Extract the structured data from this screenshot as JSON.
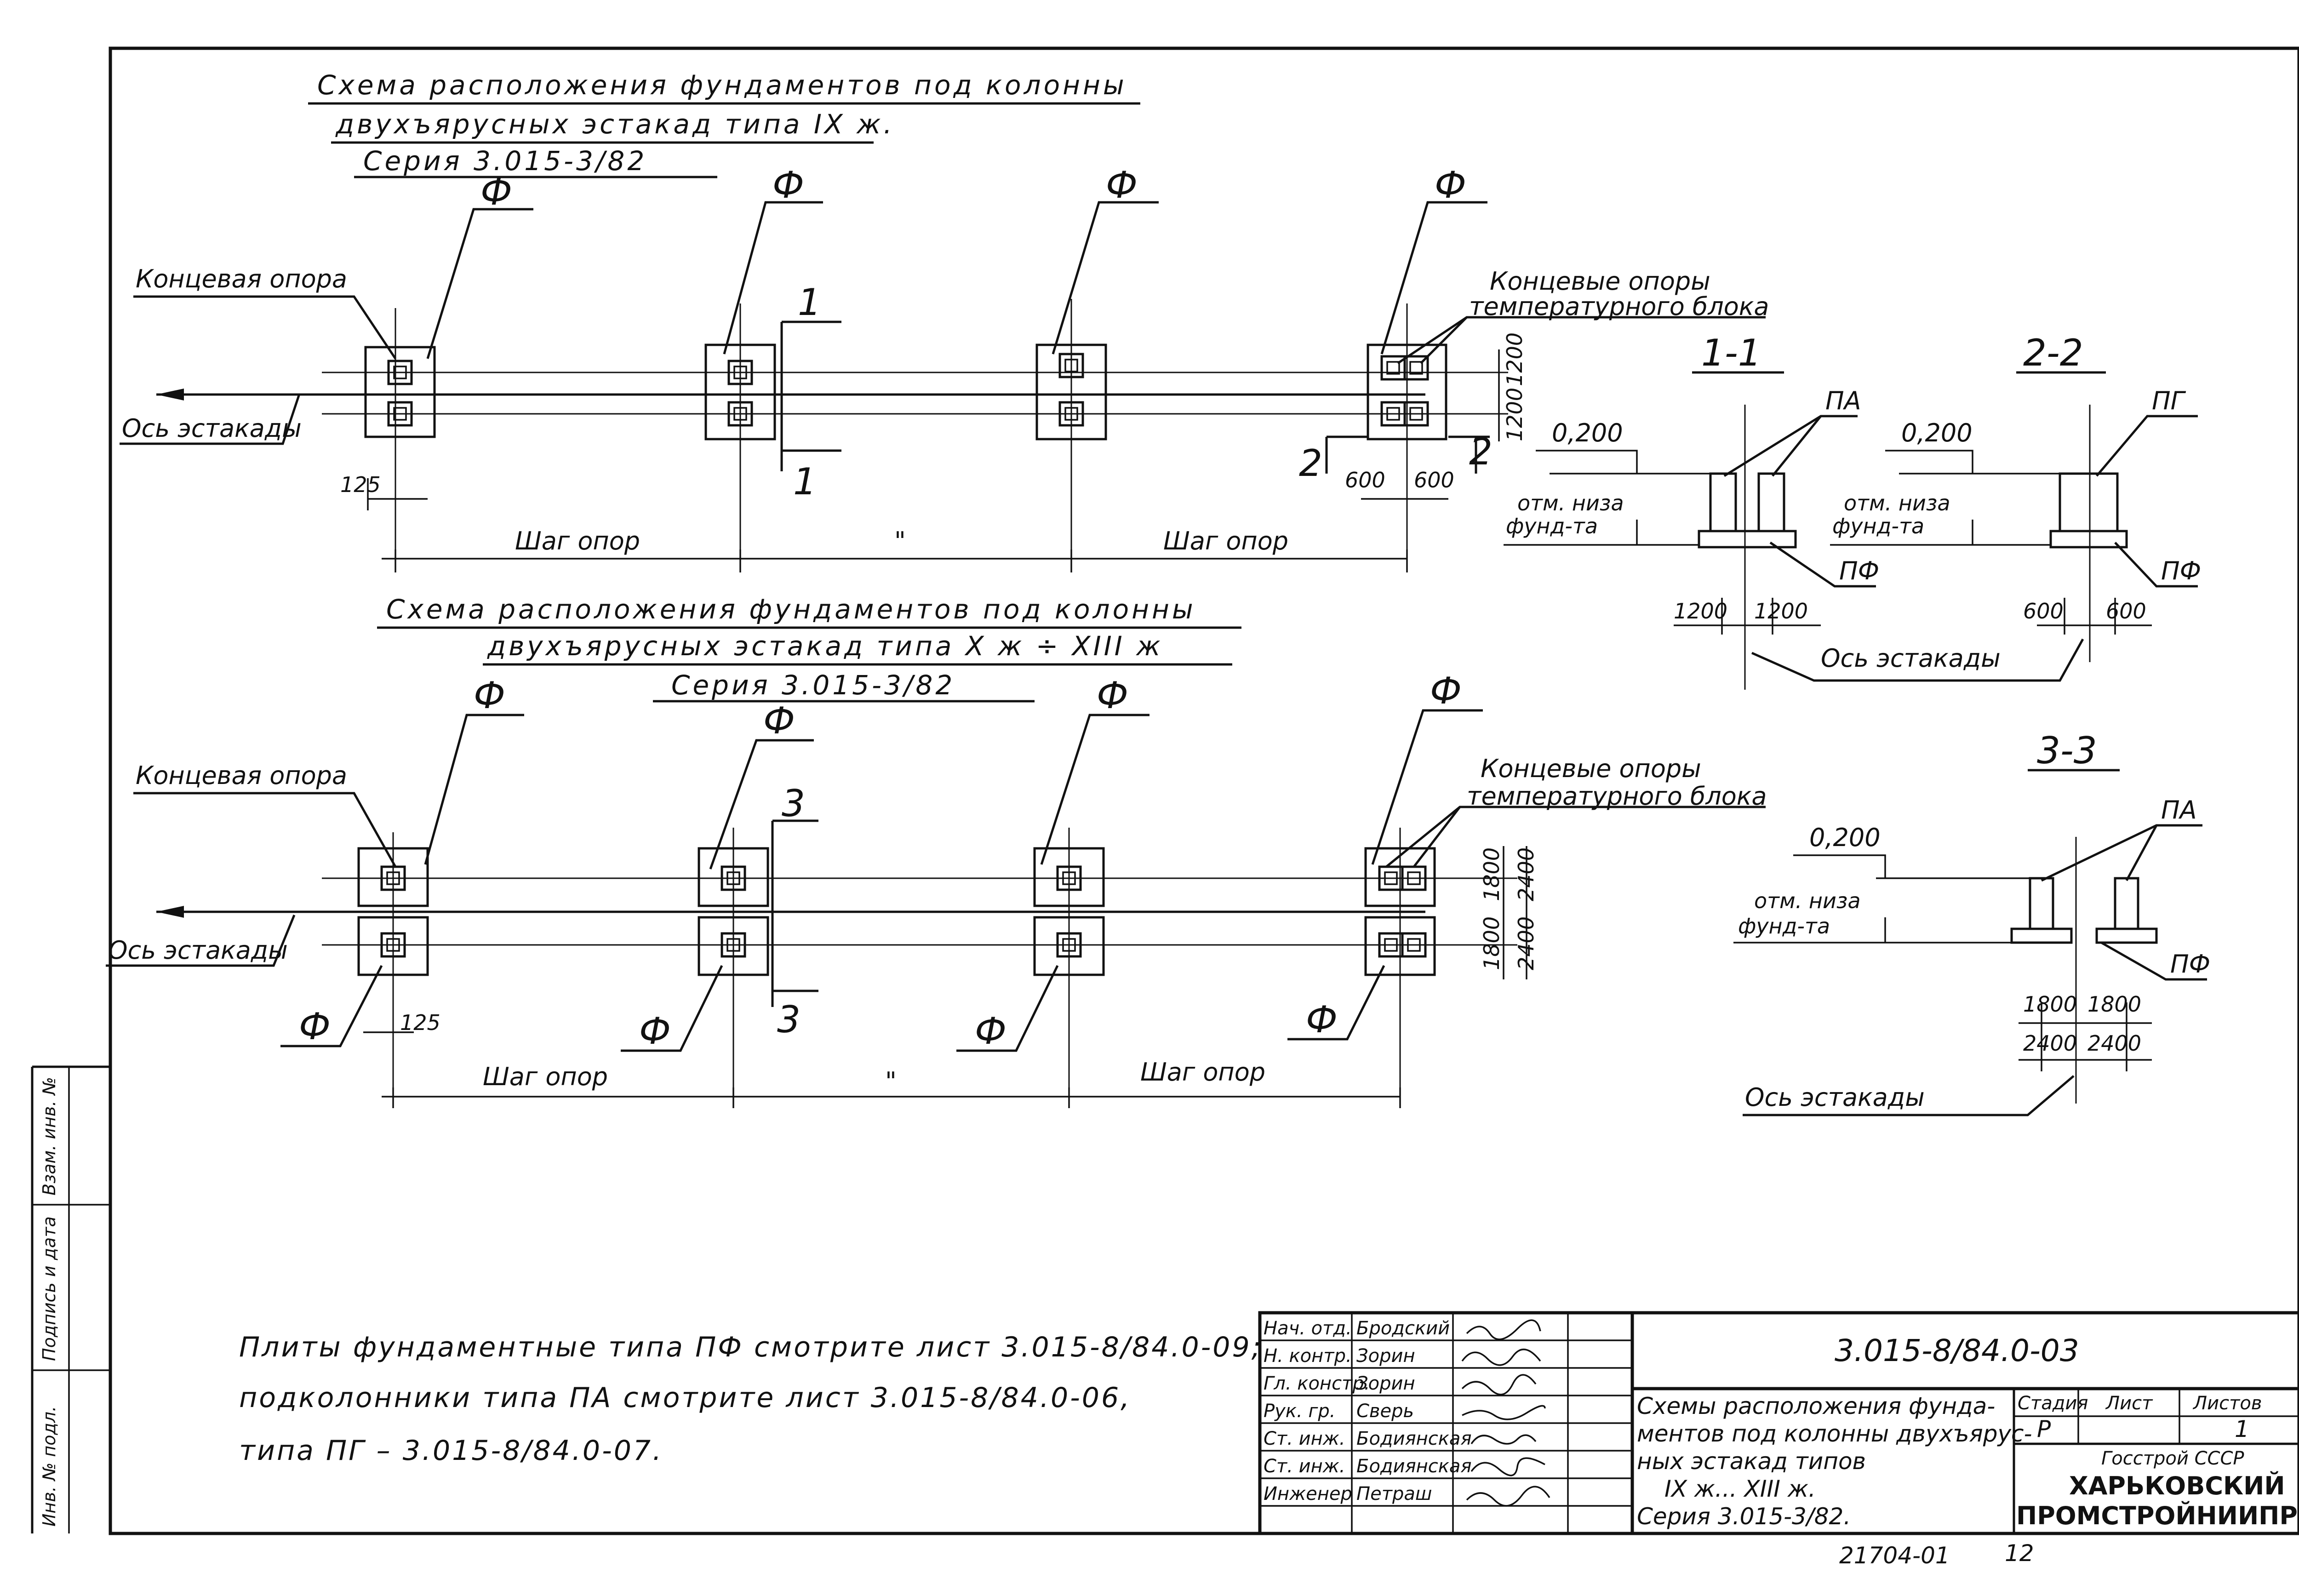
{
  "plan1": {
    "title_line1": "Схема расположения фундаментов под колонны",
    "title_line2": "двухъярусных эстакад типа IX ж.",
    "series": "Серия 3.015-3/82",
    "foundation_mark": "Ф",
    "end_support": "Концевая опора",
    "end_supports_block_line1": "Концевые опоры",
    "end_supports_block_line2": "температурного блока",
    "overpass_axis": "Ось эстакады",
    "step": "Шаг опор",
    "ditto": "\"",
    "dim_125": "125",
    "dim_600a": "600",
    "dim_600b": "600",
    "dim_1200a": "1200",
    "dim_1200b": "1200",
    "section_1": "1",
    "section_2": "2"
  },
  "plan2": {
    "title_line1": "Схема расположения фундаментов под колонны",
    "title_line2": "двухъярусных эстакад типа X ж ÷ XIII ж",
    "series": "Серия 3.015-3/82",
    "foundation_mark": "Ф",
    "end_support": "Концевая опора",
    "end_supports_block_line1": "Концевые опоры",
    "end_supports_block_line2": "температурного блока",
    "overpass_axis": "Ось эстакады",
    "step": "Шаг опор",
    "ditto": "\"",
    "dim_125": "125",
    "dim_1800a": "1800",
    "dim_1800b": "1800",
    "dim_2400a": "2400",
    "dim_2400b": "2400",
    "section_3": "3"
  },
  "section11": {
    "title": "1-1",
    "level": "0,200",
    "bottom_line1": "отм. низа",
    "bottom_line2": "фунд-та",
    "mark_top": "ПА",
    "mark_bottom": "ПФ",
    "dim_left": "1200",
    "dim_right": "1200",
    "axis": "Ось эстакады"
  },
  "section22": {
    "title": "2-2",
    "level": "0,200",
    "bottom_line1": "отм. низа",
    "bottom_line2": "фунд-та",
    "mark_top": "ПГ",
    "mark_bottom": "ПФ",
    "dim_left": "600",
    "dim_right": "600"
  },
  "section33": {
    "title": "3-3",
    "level": "0,200",
    "bottom_line1": "отм. низа",
    "bottom_line2": "фунд-та",
    "mark_top": "ПА",
    "mark_bottom": "ПФ",
    "dim_1800a": "1800",
    "dim_1800b": "1800",
    "dim_2400a": "2400",
    "dim_2400b": "2400",
    "axis": "Ось эстакады"
  },
  "notes": {
    "line1": "Плиты фундаментные типа ПФ смотрите лист 3.015-8/84.0-09;",
    "line2": "подколонники типа ПА смотрите лист 3.015-8/84.0-06,",
    "line3": "типа ПГ – 3.015-8/84.0-07."
  },
  "side_stamp": {
    "inv_no": "Инв. № подл.",
    "sign_date": "Подпись и дата",
    "replace_inv": "Взам. инв. №"
  },
  "title_block": {
    "roles": [
      "Нач. отд.",
      "Н. контр.",
      "Гл. констр.",
      "Рук. гр.",
      "Ст. инж.",
      "Ст. инж.",
      "Инженер"
    ],
    "names": [
      "Бродский",
      "Зорин",
      "Зорин",
      "Сверь",
      "Бодиянская",
      "Бодиянская",
      "Петраш"
    ],
    "doc_code": "3.015-8/84.0-03",
    "description_line1": "Схемы расположения фунда-",
    "description_line2": "ментов под колонны двухъярус-",
    "description_line3": "ных эстакад типов",
    "description_line4": "IX ж... XIII ж.",
    "description_line5": "Серия 3.015-3/82.",
    "stage_label": "Стадия",
    "sheet_label": "Лист",
    "sheets_label": "Листов",
    "stage_value": "Р",
    "sheet_value": "1",
    "org_line1": "Госстрой СССР",
    "org_line2": "ХАРЬКОВСКИЙ",
    "org_line3": "ПРОМСТРОЙНИИПРОЕКТ",
    "footer_code": "21704-01",
    "footer_page": "12"
  }
}
